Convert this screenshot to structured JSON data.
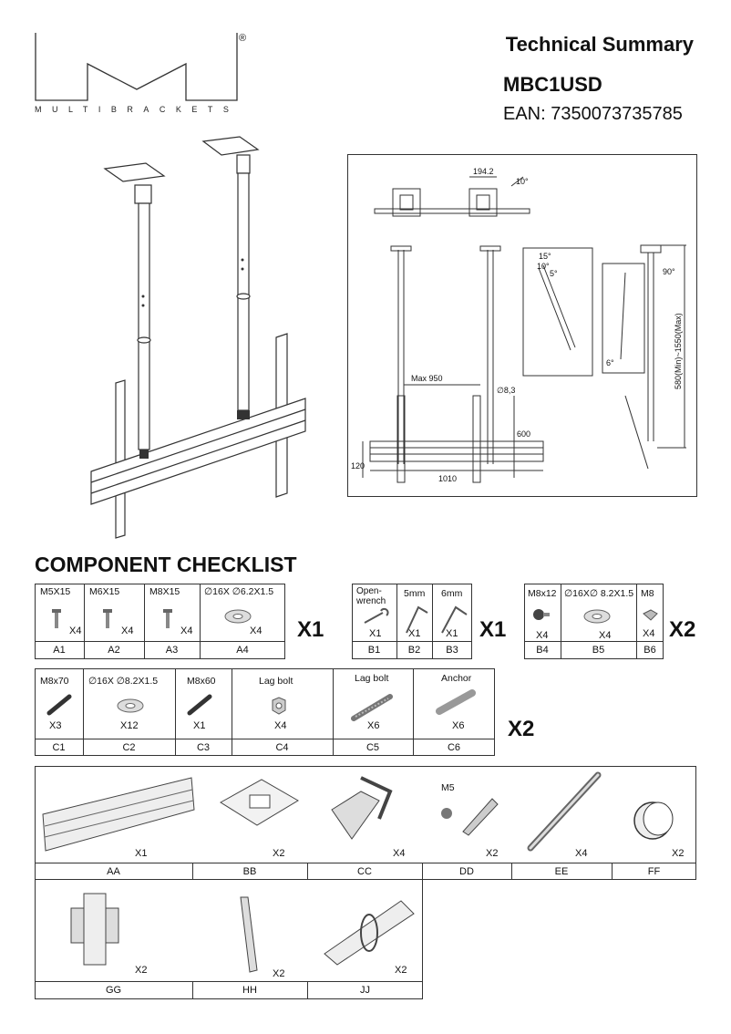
{
  "header": {
    "brand": "MULTIBRACKETS",
    "registered": "®",
    "title": "Technical Summary",
    "model": "MBC1USD",
    "ean": "EAN: 7350073735785"
  },
  "drawing": {
    "dims": {
      "width_top": "194.2",
      "tilt_top": "10°",
      "max": "Max 950",
      "hole": "∅8,3",
      "height_600": "600",
      "height_120": "120",
      "width_1010": "1010",
      "tilt_15": "15°",
      "tilt_10": "10°",
      "tilt_5": "5°",
      "tilt_6": "6°",
      "angle_90": "90°",
      "range": "580(Min)~1550(Max)"
    }
  },
  "checklist": {
    "title": "COMPONENT CHECKLIST",
    "group_a": {
      "multiplier": "X1",
      "items": [
        {
          "spec": "M5X15",
          "qty": "X4",
          "code": "A1"
        },
        {
          "spec": "M6X15",
          "qty": "X4",
          "code": "A2"
        },
        {
          "spec": "M8X15",
          "qty": "X4",
          "code": "A3"
        },
        {
          "spec": "∅16X ∅6.2X1.5",
          "qty": "X4",
          "code": "A4"
        }
      ]
    },
    "group_b": {
      "multiplier": "X1",
      "items": [
        {
          "spec": "Open-wrench",
          "spec1": "Open-",
          "spec2": "wrench",
          "qty": "X1",
          "code": "B1"
        },
        {
          "spec": "5mm",
          "qty": "X1",
          "code": "B2"
        },
        {
          "spec": "6mm",
          "qty": "X1",
          "code": "B3"
        }
      ]
    },
    "group_b2": {
      "multiplier": "X2",
      "items": [
        {
          "spec": "M8x12",
          "qty": "X4",
          "code": "B4"
        },
        {
          "spec": "∅16X∅ 8.2X1.5",
          "qty": "X4",
          "code": "B5"
        },
        {
          "spec": "M8",
          "qty": "X4",
          "code": "B6"
        }
      ]
    },
    "group_c": {
      "multiplier": "X2",
      "items": [
        {
          "spec": "M8x70",
          "qty": "X3",
          "code": "C1"
        },
        {
          "spec": "∅16X ∅8.2X1.5",
          "qty": "X12",
          "code": "C2"
        },
        {
          "spec": "M8x60",
          "qty": "X1",
          "code": "C3"
        },
        {
          "spec": "Lag bolt",
          "qty": "X4",
          "code": "C4"
        },
        {
          "spec": "Lag bolt",
          "qty": "X6",
          "code": "C5"
        },
        {
          "spec": "Anchor",
          "qty": "X6",
          "code": "C6"
        }
      ]
    },
    "parts": [
      {
        "qty": "X1",
        "code": "AA"
      },
      {
        "qty": "X2",
        "code": "BB"
      },
      {
        "qty": "X4",
        "code": "CC"
      },
      {
        "qty": "X2",
        "code": "DD",
        "note": "M5"
      },
      {
        "qty": "X4",
        "code": "EE"
      },
      {
        "qty": "X2",
        "code": "FF"
      },
      {
        "qty": "X2",
        "code": "GG"
      },
      {
        "qty": "X2",
        "code": "HH"
      },
      {
        "qty": "X2",
        "code": "JJ"
      }
    ]
  }
}
